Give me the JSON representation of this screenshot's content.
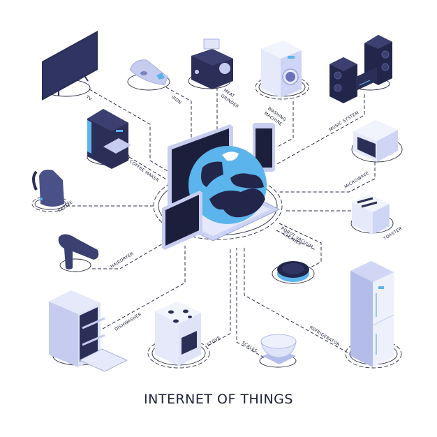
{
  "title": "INTERNET OF THINGS",
  "hub": {
    "name": "connected-devices-globe",
    "devices": [
      "monitor",
      "tablet",
      "smartphone",
      "laptop",
      "globe"
    ]
  },
  "devices": [
    {
      "id": "tv",
      "label": "TV"
    },
    {
      "id": "iron",
      "label": "IRON"
    },
    {
      "id": "meat-grinder",
      "label_line1": "MEAT",
      "label_line2": "GRINDER"
    },
    {
      "id": "washing-machine",
      "label_line1": "WASHING",
      "label_line2": "MACHINE"
    },
    {
      "id": "music-system",
      "label": "MUSIC SYSTEM"
    },
    {
      "id": "coffee-maker",
      "label": "COFFEE MAKER"
    },
    {
      "id": "microwave",
      "label": "MICROWAVE"
    },
    {
      "id": "kettle",
      "label": "KETTLE"
    },
    {
      "id": "toaster",
      "label": "TOASTER"
    },
    {
      "id": "hairdryer",
      "label": "HAIRDRYER"
    },
    {
      "id": "robot-vacuum-cleaner",
      "label_line1": "ROBOT VACUUM",
      "label_line2": "CLEANER"
    },
    {
      "id": "dishwasher",
      "label": "DISHWASHER"
    },
    {
      "id": "stove",
      "label": "STOVE"
    },
    {
      "id": "scales",
      "label": "SCALES"
    },
    {
      "id": "refrigerator",
      "label": "REFRIGERATOR"
    }
  ],
  "colors": {
    "navy": "#2b2f57",
    "dark": "#1b1e3d",
    "lavender": "#b4bde9",
    "light": "#dfe3f7",
    "blue": "#5cb4ec",
    "line": "#2a2d45"
  }
}
